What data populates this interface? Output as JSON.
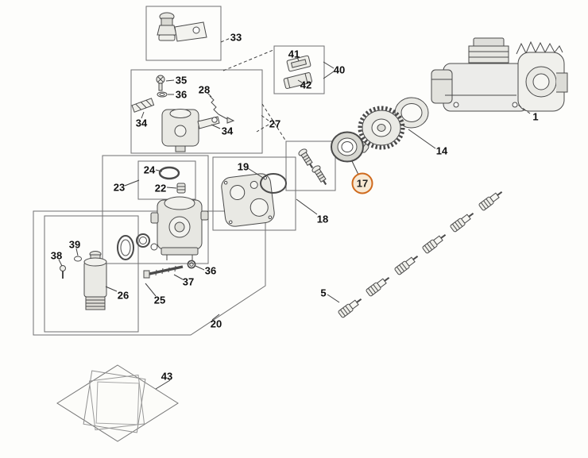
{
  "figure": {
    "background_color": "#fdfdfb",
    "line_color": "#4a4a4a",
    "box_line_color": "#707070",
    "highlight_border_color": "#cf6a1d",
    "highlight_fill_color": "#f8e9d4"
  },
  "highlight": {
    "label": "17"
  },
  "callouts": [
    {
      "label": "33"
    },
    {
      "label": "35"
    },
    {
      "label": "36"
    },
    {
      "label": "34"
    },
    {
      "label": "28"
    },
    {
      "label": "34"
    },
    {
      "label": "27"
    },
    {
      "label": "41"
    },
    {
      "label": "42"
    },
    {
      "label": "40"
    },
    {
      "label": "14"
    },
    {
      "label": "1"
    },
    {
      "label": "19"
    },
    {
      "label": "24"
    },
    {
      "label": "22"
    },
    {
      "label": "23"
    },
    {
      "label": "18"
    },
    {
      "label": "38"
    },
    {
      "label": "39"
    },
    {
      "label": "26"
    },
    {
      "label": "25"
    },
    {
      "label": "36"
    },
    {
      "label": "37"
    },
    {
      "label": "20"
    },
    {
      "label": "5"
    },
    {
      "label": "43"
    }
  ]
}
